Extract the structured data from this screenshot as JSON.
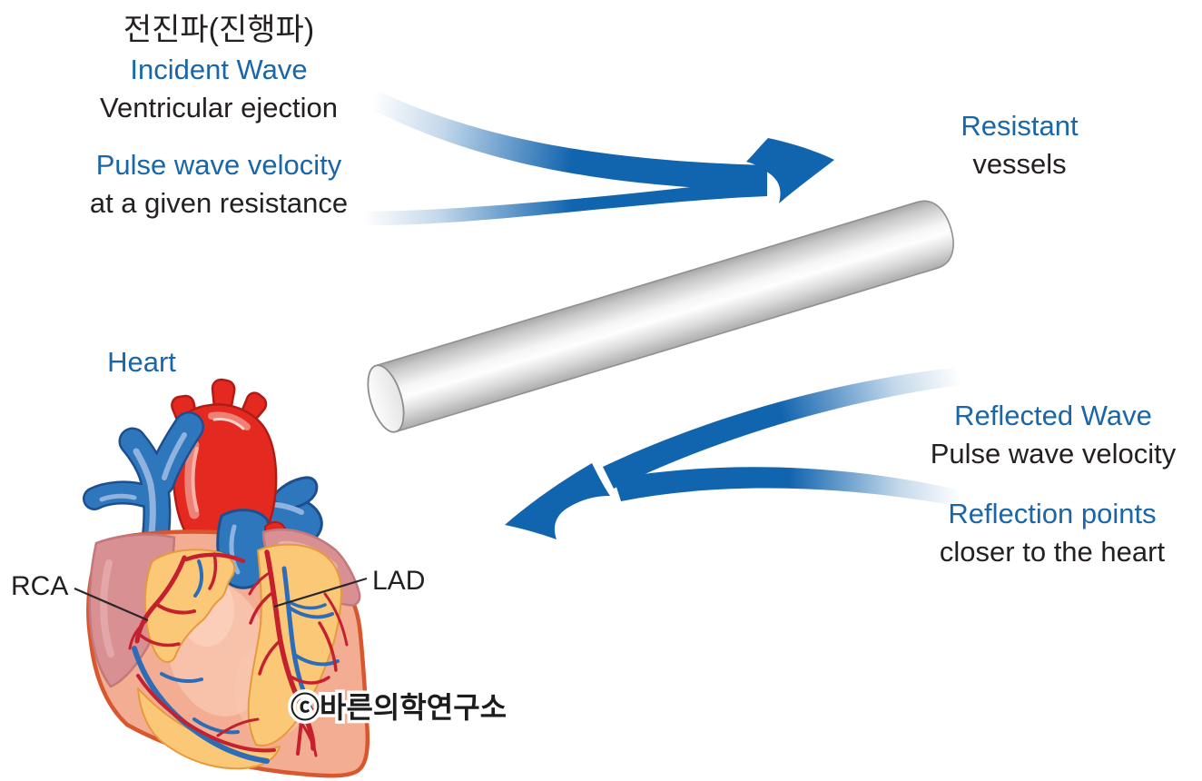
{
  "title": "Pulse wave reflection diagram (heart, vessel tube, incident and reflected waves)",
  "colors": {
    "label_blue": "#1966a8",
    "label_black": "#242021",
    "arrow_blue": "#1164ae",
    "tube_gray": "#c6c6c6",
    "heart_body": "#f3ad92",
    "heart_outline": "#d8572e",
    "artery_red": "#c5202d",
    "vein_blue": "#2d6db8",
    "fat_yellow": "#fac877"
  },
  "labels": {
    "incident": {
      "ko": "전진파(진행파)",
      "en": "Incident Wave",
      "sub": "Ventricular ejection"
    },
    "pwv": {
      "line1": "Pulse wave velocity",
      "line2": "at a given resistance"
    },
    "resistant": {
      "line1": "Resistant",
      "line2": "vessels"
    },
    "heart": "Heart",
    "reflected": {
      "line1": "Reflected Wave",
      "line2": "Pulse wave velocity"
    },
    "reflection_points": {
      "line1": "Reflection points",
      "line2": "closer to the heart"
    },
    "rca": "RCA",
    "lad": "LAD",
    "watermark": "ⓒ바른의학연구소"
  }
}
